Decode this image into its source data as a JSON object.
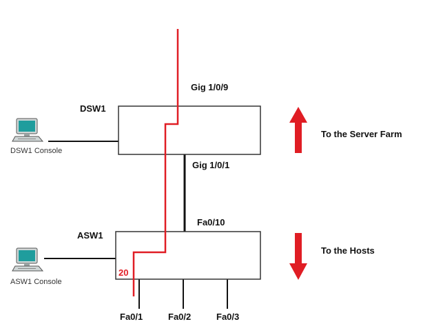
{
  "colors": {
    "path": "#e01d24",
    "line": "#111111",
    "box_stroke": "#333333",
    "arrow": "#e01d24",
    "monitor_screen": "#1f9d9d",
    "monitor_body": "#cfd6d6"
  },
  "switches": {
    "dsw1": {
      "name": "DSW1"
    },
    "asw1": {
      "name": "ASW1"
    }
  },
  "ports": {
    "dsw1_top": "Gig 1/0/9",
    "dsw1_bottom": "Gig 1/0/1",
    "asw1_top": "Fa0/10",
    "asw1_p1": "Fa0/1",
    "asw1_p2": "Fa0/2",
    "asw1_p3": "Fa0/3"
  },
  "consoles": {
    "dsw1": {
      "label": "DSW1 Console",
      "icon": "computer-icon"
    },
    "asw1": {
      "label": "ASW1 Console",
      "icon": "computer-icon"
    }
  },
  "directions": {
    "up": {
      "label": "To the Server Farm",
      "icon": "arrow-up-icon"
    },
    "down": {
      "label": "To the Hosts",
      "icon": "arrow-down-icon"
    }
  },
  "vlan_tag": "20"
}
